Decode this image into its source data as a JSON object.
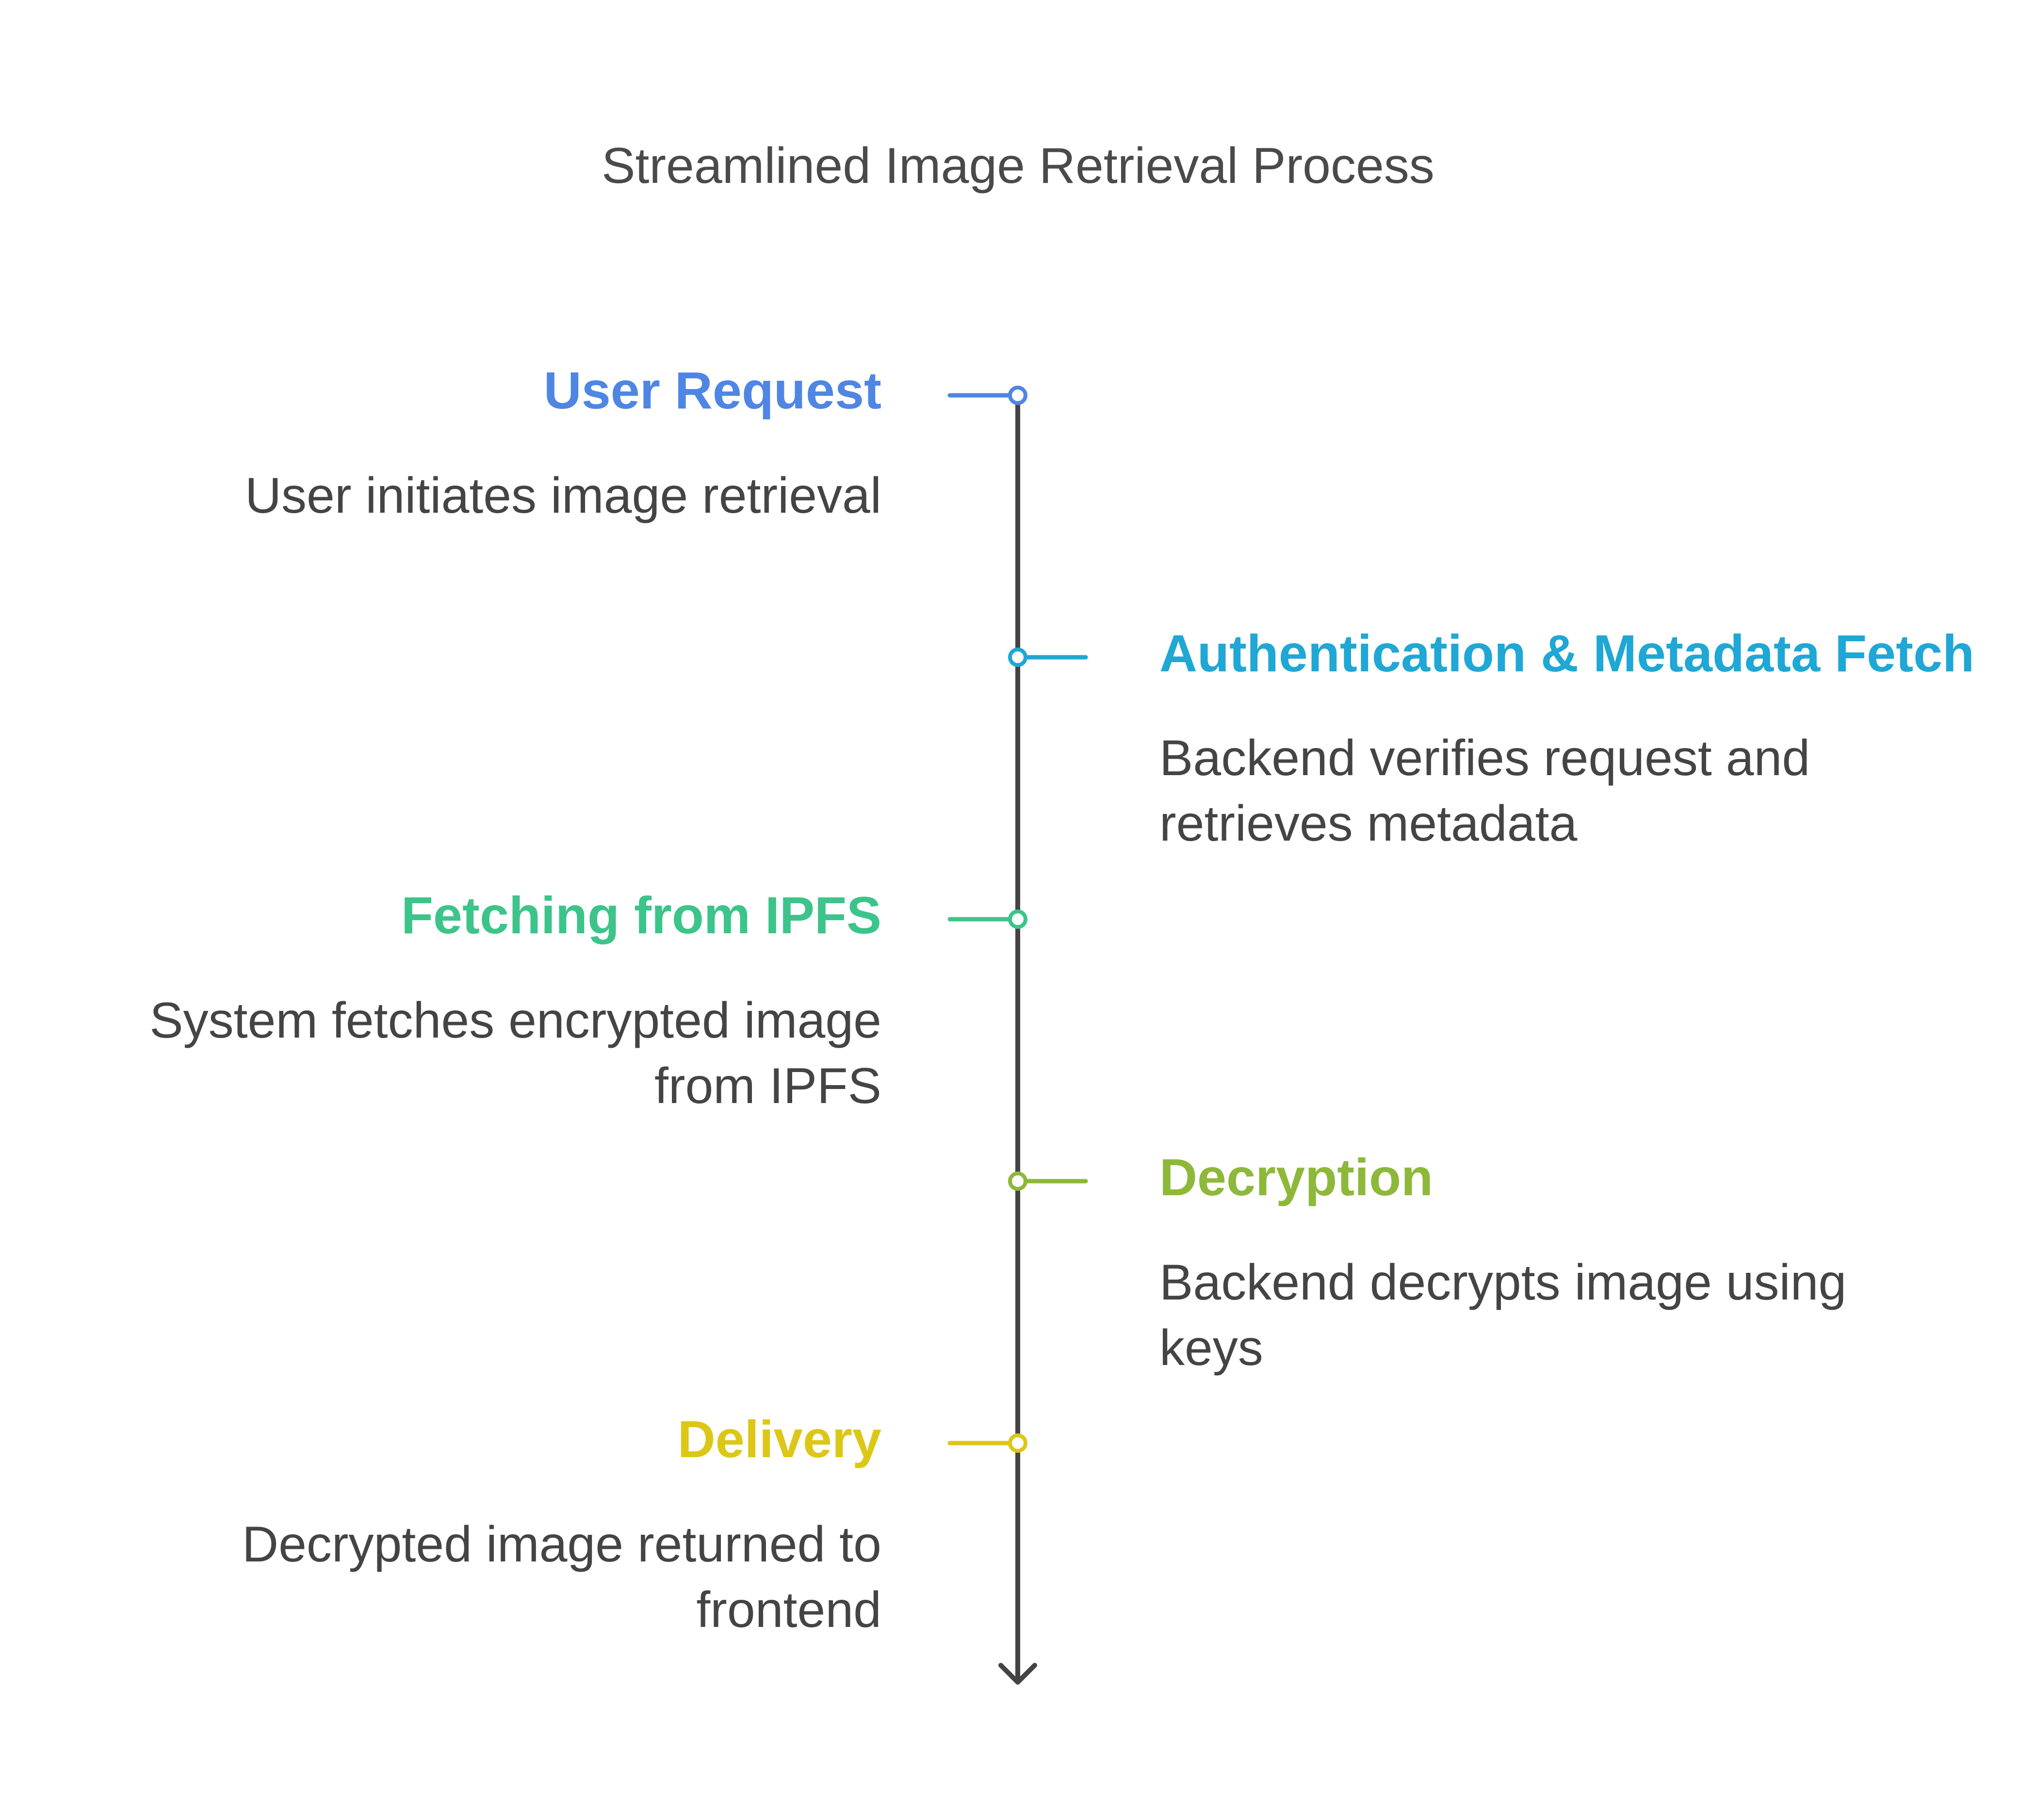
{
  "title": "Streamlined Image Retrieval Process",
  "timeline_color": "#444444",
  "steps": [
    {
      "title": "User Request",
      "description": "User initiates image retrieval",
      "color": "#4F86E3",
      "side": "left"
    },
    {
      "title": "Authentication & Metadata Fetch",
      "description": "Backend verifies request and retrieves metadata",
      "color": "#1FA7D5",
      "side": "right"
    },
    {
      "title": "Fetching from IPFS",
      "description": "System fetches encrypted image from IPFS",
      "color": "#3CC48A",
      "side": "left"
    },
    {
      "title": "Decryption",
      "description": "Backend decrypts image using keys",
      "color": "#8DB83A",
      "side": "right"
    },
    {
      "title": "Delivery",
      "description": "Decrypted image returned to frontend",
      "color": "#DCC717",
      "side": "left"
    }
  ]
}
